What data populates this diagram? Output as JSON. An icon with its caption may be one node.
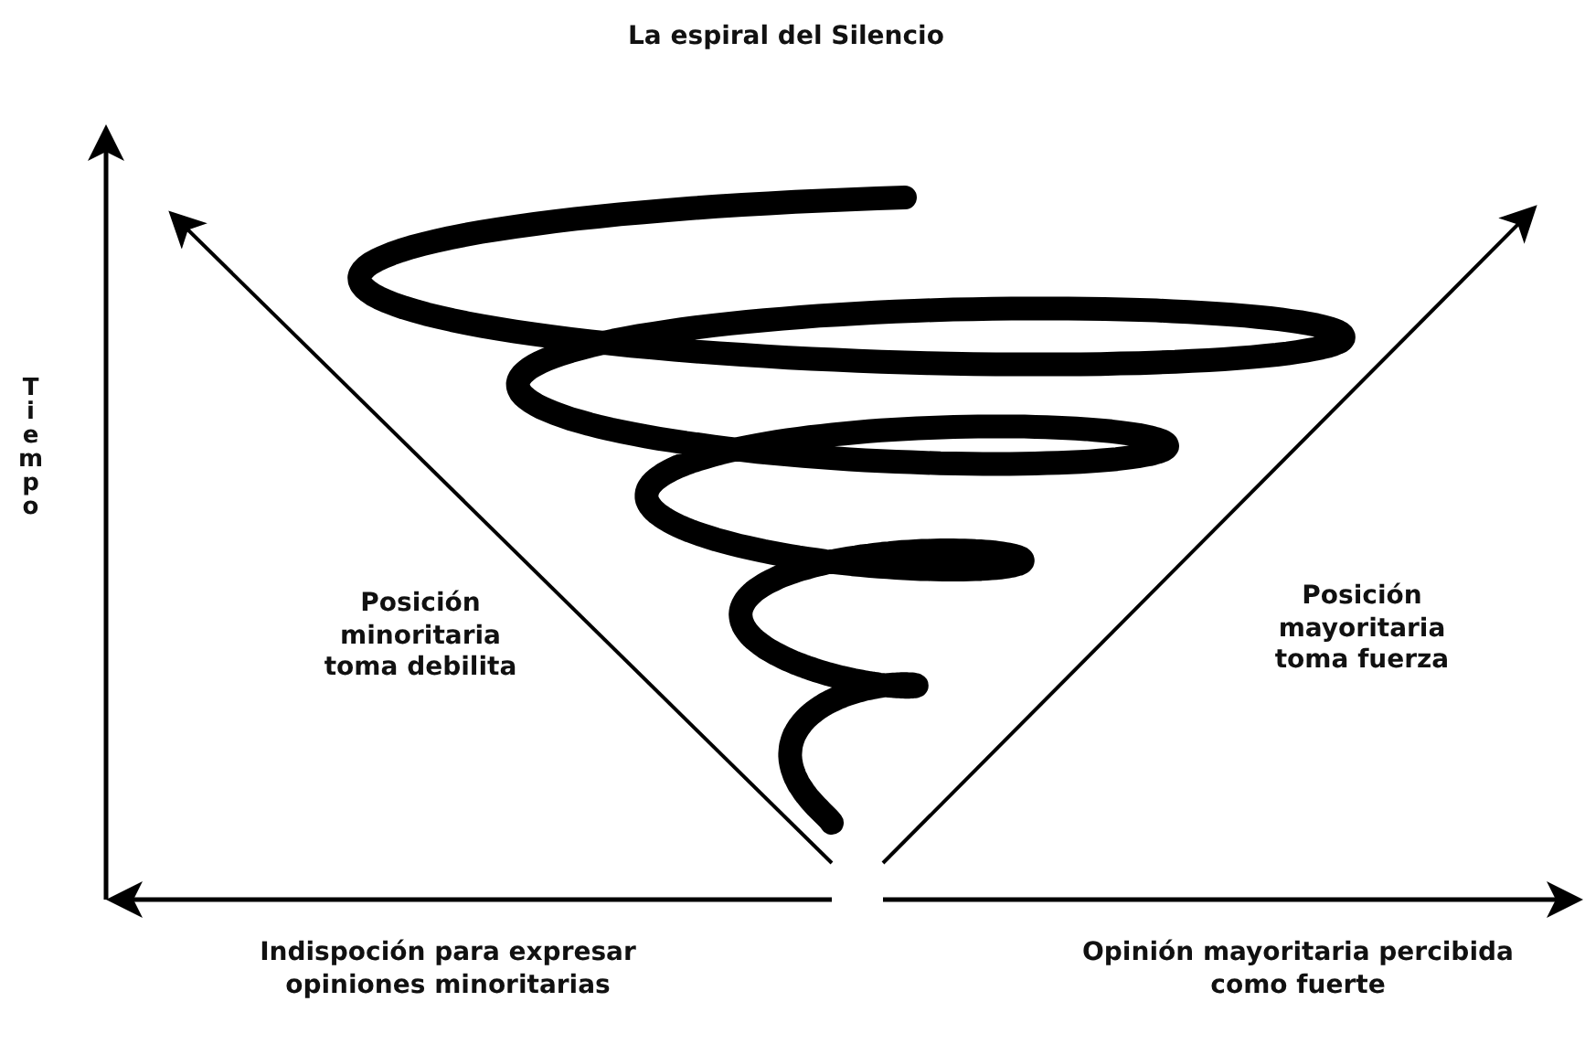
{
  "diagram": {
    "title": "La espiral del Silencio",
    "labels": [
      "Tiempo",
      "Posición minoritaria toma debilita",
      "Posición mayoritaria toma fuerza",
      "Indispoción para expresar opiniones minoritarias",
      "Opinión mayoritaria percibida como fuerte"
    ]
  }
}
